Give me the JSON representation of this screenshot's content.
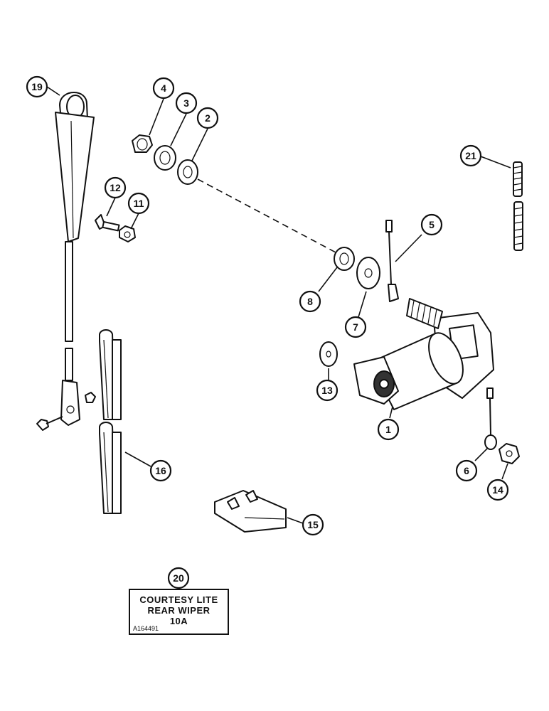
{
  "callouts": [
    {
      "id": "1",
      "text": "1"
    },
    {
      "id": "2",
      "text": "2"
    },
    {
      "id": "3",
      "text": "3"
    },
    {
      "id": "4",
      "text": "4"
    },
    {
      "id": "5",
      "text": "5"
    },
    {
      "id": "6",
      "text": "6"
    },
    {
      "id": "7",
      "text": "7"
    },
    {
      "id": "8",
      "text": "8"
    },
    {
      "id": "11",
      "text": "11"
    },
    {
      "id": "12",
      "text": "12"
    },
    {
      "id": "13",
      "text": "13"
    },
    {
      "id": "14",
      "text": "14"
    },
    {
      "id": "15",
      "text": "15"
    },
    {
      "id": "16",
      "text": "16"
    },
    {
      "id": "19",
      "text": "19"
    },
    {
      "id": "20",
      "text": "20"
    },
    {
      "id": "21",
      "text": "21"
    }
  ],
  "decal": {
    "line1": "COURTESY LITE",
    "line2": "REAR WIPER",
    "line3": "10A",
    "code": "A164491"
  }
}
